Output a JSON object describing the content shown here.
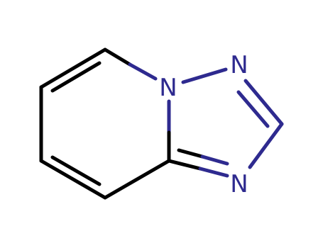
{
  "molecule": {
    "colors": {
      "carbon_bond": "#000000",
      "nitrogen": "#2e2a8f",
      "background": "#ffffff"
    },
    "atoms": [
      {
        "id": "N1",
        "symbol": "N"
      },
      {
        "id": "N2",
        "symbol": "N"
      },
      {
        "id": "N3",
        "symbol": "N"
      }
    ]
  }
}
